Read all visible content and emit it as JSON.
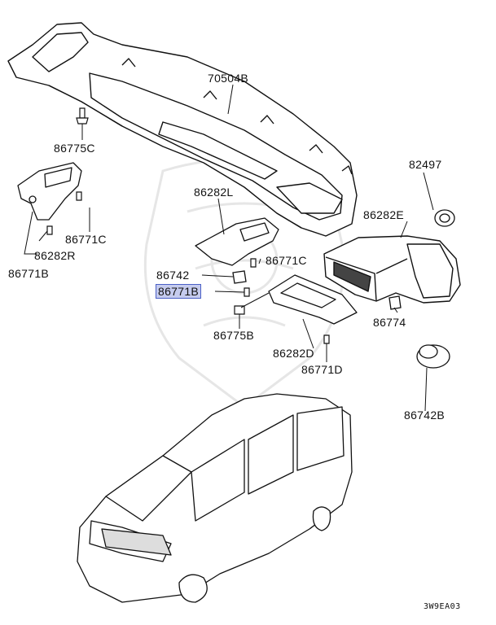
{
  "diagram_code": "3W9EA03",
  "highlighted_part": "86771B",
  "callouts": {
    "p70504B": "70504B",
    "p86775C": "86775C",
    "p82497": "82497",
    "p86282L": "86282L",
    "p86282E": "86282E",
    "p86771C_left": "86771C",
    "p86282R": "86282R",
    "p86771B_left": "86771B",
    "p86742": "86742",
    "p86771C_mid": "86771C",
    "p86771B_hl": "86771B",
    "p86775B": "86775B",
    "p86774": "86774",
    "p86282D": "86282D",
    "p86771D": "86771D",
    "p86742B": "86742B"
  }
}
